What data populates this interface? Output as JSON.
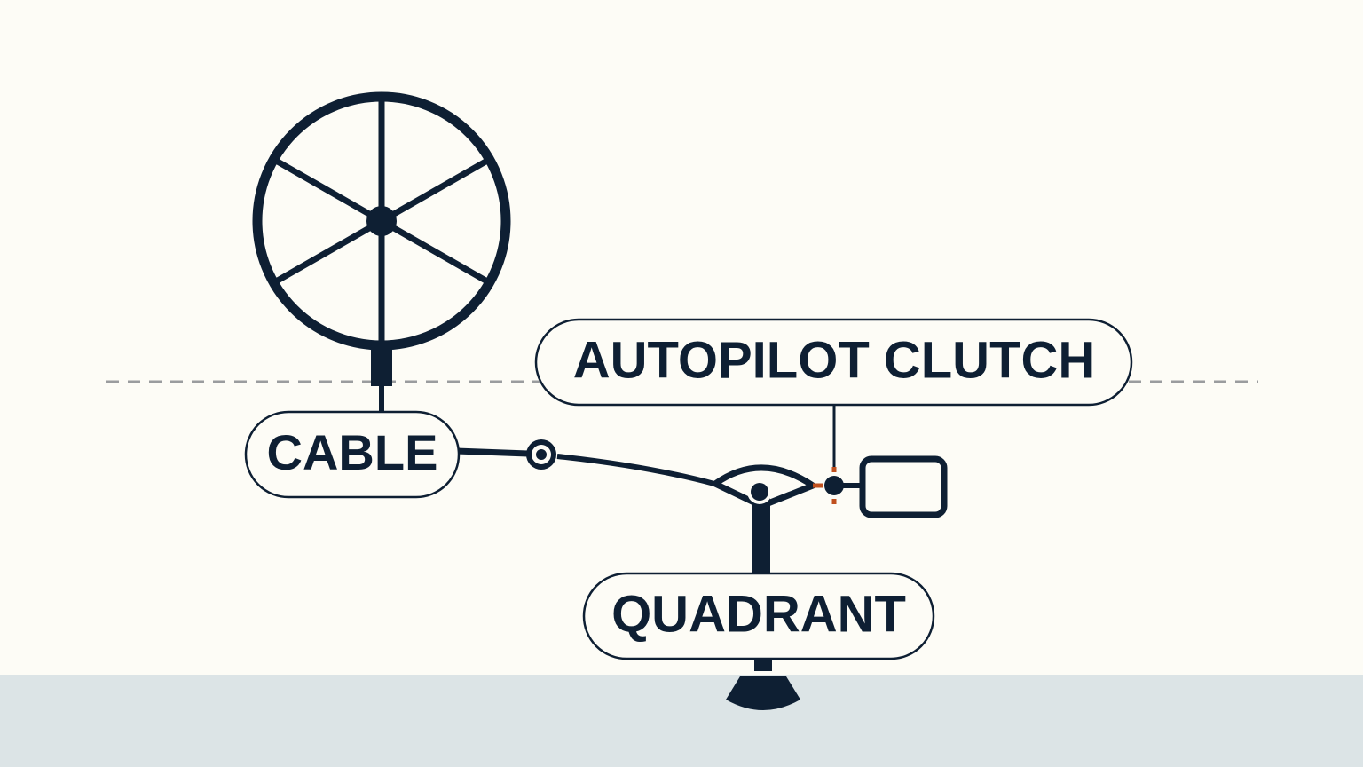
{
  "labels": {
    "cable": "CABLE",
    "autopilot_clutch": "AUTOPILOT CLUTCH",
    "quadrant": "QUADRANT"
  },
  "colors": {
    "background": "#FDFCF6",
    "ground": "#DCE4E6",
    "ink": "#0E1F33",
    "dashed_line": "#9A9C9E",
    "clutch_accent": "#C0501E"
  }
}
